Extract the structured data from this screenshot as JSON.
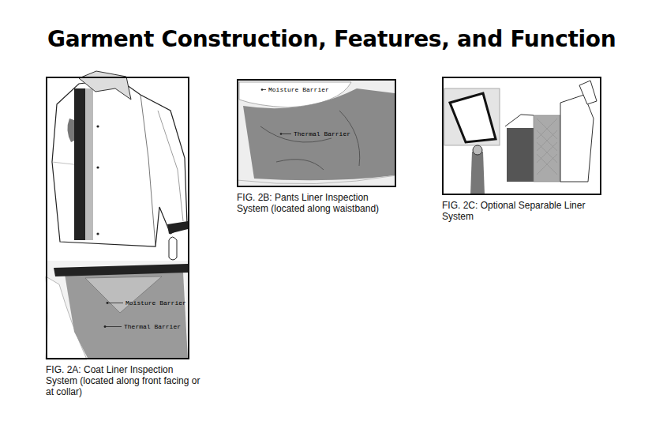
{
  "diagram": {
    "title": "Garment Construction, Features, and Function",
    "nodes": [
      {
        "text": [
          "FIG. 2A: Coat Liner Inspection System (located along front facing or at collar)"
        ]
      },
      {
        "text": [
          "FIG. 2B: Pants Liner Inspection System (located along waistband)"
        ]
      },
      {
        "text": [
          "FIG. 2C: Optional Separable Liner System"
        ]
      }
    ],
    "labels": [
      "Moisture Barrier",
      "Thermal Barrier",
      "Moisture Barrier",
      "Thermal Barrier"
    ]
  }
}
